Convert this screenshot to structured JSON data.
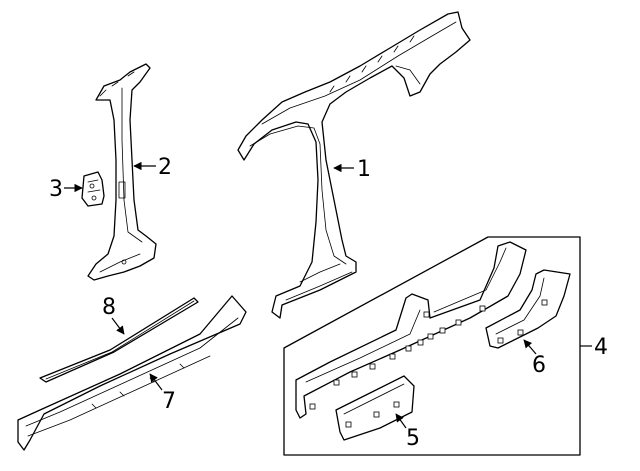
{
  "diagram": {
    "callouts": [
      {
        "id": "c1",
        "label": "1"
      },
      {
        "id": "c2",
        "label": "2"
      },
      {
        "id": "c3",
        "label": "3"
      },
      {
        "id": "c4",
        "label": "4"
      },
      {
        "id": "c5",
        "label": "5"
      },
      {
        "id": "c6",
        "label": "6"
      },
      {
        "id": "c7",
        "label": "7"
      },
      {
        "id": "c8",
        "label": "8"
      }
    ],
    "colors": {
      "line": "#000000",
      "background": "#ffffff"
    }
  }
}
